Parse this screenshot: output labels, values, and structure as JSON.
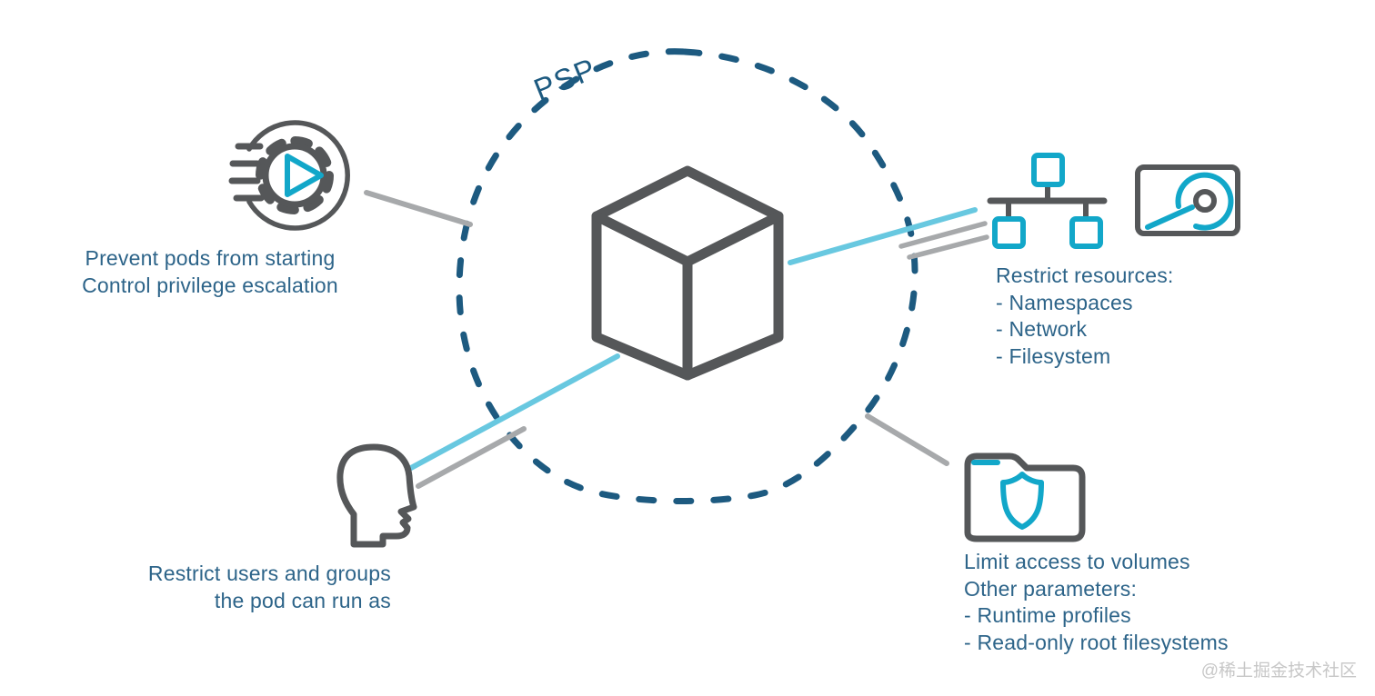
{
  "diagram": {
    "title_label": "PSP",
    "watermark": "@稀土掘金技术社区",
    "colors": {
      "dash_blue": "#1d5a80",
      "text_blue": "#2d6489",
      "icon_cyan": "#12a7c9",
      "line_cyan": "#68c8e0",
      "dark_gray": "#555759",
      "connector_gray": "#a7a9ab",
      "watermark_gray": "#c7c7c7"
    },
    "center_icon": "cube-icon",
    "callouts": {
      "top_left": {
        "icon": "gear-play-icon",
        "lines": [
          "Prevent pods from starting",
          "Control privilege escalation"
        ]
      },
      "right": {
        "icons": [
          "network-tree-icon",
          "disk-icon"
        ],
        "lines": [
          "Restrict resources:",
          "- Namespaces",
          "- Network",
          "- Filesystem"
        ]
      },
      "bottom_left": {
        "icon": "user-head-icon",
        "lines": [
          "Restrict users and groups",
          "the pod can run as"
        ]
      },
      "bottom_right": {
        "icon": "folder-shield-icon",
        "lines": [
          "Limit access to volumes",
          "Other parameters:",
          "- Runtime profiles",
          "- Read-only root filesystems"
        ]
      }
    }
  }
}
